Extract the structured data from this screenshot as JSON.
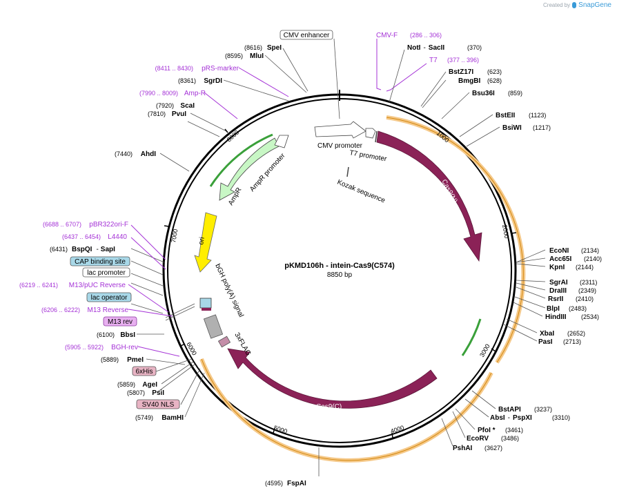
{
  "credit": {
    "prefix": "Created by",
    "brand": "SnapGene"
  },
  "plasmid": {
    "name": "pKMD106h - intein-Cas9(C574)",
    "length": "8850 bp",
    "total_bp": 8850
  },
  "ticks": [
    "1000",
    "2000",
    "3000",
    "4000",
    "5000",
    "6000",
    "7000",
    "8000"
  ],
  "features": [
    {
      "name": "CMV enhancer",
      "type": "box",
      "color": "#ffffff"
    },
    {
      "name": "CMV promoter",
      "type": "arrow",
      "color": "#ffffff"
    },
    {
      "name": "T7 promoter",
      "type": "arrow",
      "color": "#ffffff"
    },
    {
      "name": "Kozak sequence",
      "type": "mark",
      "color": "#ffffff"
    },
    {
      "name": "Cas9(N)",
      "type": "arrow",
      "color": "#8b2257"
    },
    {
      "name": "Cas9(C)",
      "type": "arrow",
      "color": "#8b2257"
    },
    {
      "name": "3xFLAG",
      "type": "box",
      "color": "#c48da8"
    },
    {
      "name": "bGH poly(A) signal",
      "type": "box",
      "color": "#b0b0b0"
    },
    {
      "name": "ori",
      "type": "arrow",
      "color": "#ffee00"
    },
    {
      "name": "AmpR",
      "type": "arrow",
      "color": "#c8f7c5"
    },
    {
      "name": "AmpR promoter",
      "type": "arrow",
      "color": "#ffffff"
    }
  ],
  "right_labels": [
    {
      "name": "NotI",
      "sep": "-",
      "name2": "SacII",
      "num": "(370)"
    },
    {
      "name": "BstZ17I",
      "num": "(623)"
    },
    {
      "name": "BmgBI",
      "num": "(628)"
    },
    {
      "name": "Bsu36I",
      "num": "(859)"
    },
    {
      "name": "BstEII",
      "num": "(1123)"
    },
    {
      "name": "BsiWI",
      "num": "(1217)"
    },
    {
      "name": "EcoNI",
      "num": "(2134)"
    },
    {
      "name": "Acc65I",
      "num": "(2140)"
    },
    {
      "name": "KpnI",
      "num": "(2144)"
    },
    {
      "name": "SgrAI",
      "num": "(2311)"
    },
    {
      "name": "DraIII",
      "num": "(2349)"
    },
    {
      "name": "RsrII",
      "num": "(2410)"
    },
    {
      "name": "BlpI",
      "num": "(2483)"
    },
    {
      "name": "HindIII",
      "num": "(2534)"
    },
    {
      "name": "XbaI",
      "num": "(2652)"
    },
    {
      "name": "PasI",
      "num": "(2713)"
    },
    {
      "name": "BstAPI",
      "num": "(3237)"
    },
    {
      "name": "AbsI",
      "sep": "-",
      "name2": "PspXI",
      "num": "(3310)"
    },
    {
      "name": "PfoI *",
      "num": "(3461)"
    },
    {
      "name": "EcoRV",
      "num": "(3486)"
    },
    {
      "name": "PshAI",
      "num": "(3627)"
    }
  ],
  "primers_top": [
    {
      "name": "CMV-F",
      "num": "(286 .. 306)"
    },
    {
      "name": "T7",
      "num": "(377 .. 396)"
    }
  ],
  "left_labels": [
    {
      "num": "(8616)",
      "name": "SpeI"
    },
    {
      "num": "(8595)",
      "name": "MluI"
    },
    {
      "num": "(8411 .. 8430)",
      "name": "pRS-marker",
      "purple": true
    },
    {
      "num": "(8361)",
      "name": "SgrDI"
    },
    {
      "num": "(7990 .. 8009)",
      "name": "Amp-R",
      "purple": true
    },
    {
      "num": "(7920)",
      "name": "ScaI"
    },
    {
      "num": "(7810)",
      "name": "PvuI"
    },
    {
      "num": "(7440)",
      "name": "AhdI"
    },
    {
      "num": "(6688 .. 6707)",
      "name": "pBR322ori-F",
      "purple": true
    },
    {
      "num": "(6437 .. 6454)",
      "name": "L4440",
      "purple": true
    },
    {
      "num": "(6431)",
      "name": "BspQI",
      "sep": "-",
      "name2": "SapI"
    },
    {
      "num": "",
      "name": "CAP binding site",
      "box": "#a8d8e8"
    },
    {
      "num": "",
      "name": "lac promoter",
      "box": "#ffffff"
    },
    {
      "num": "(6219 .. 6241)",
      "name": "M13/pUC Reverse",
      "purple": true
    },
    {
      "num": "",
      "name": "lac operator",
      "box": "#a8d8e8"
    },
    {
      "num": "(6206 .. 6222)",
      "name": "M13 Reverse",
      "purple": true
    },
    {
      "num": "",
      "name": "M13 rev",
      "box": "#e8b0f0"
    },
    {
      "num": "(6100)",
      "name": "BbsI"
    },
    {
      "num": "(5905 .. 5922)",
      "name": "BGH-rev",
      "purple": true
    },
    {
      "num": "(5889)",
      "name": "PmeI"
    },
    {
      "num": "",
      "name": "6xHis",
      "box": "#e8b4c4"
    },
    {
      "num": "(5859)",
      "name": "AgeI"
    },
    {
      "num": "(5807)",
      "name": "PsiI"
    },
    {
      "num": "",
      "name": "SV40 NLS",
      "box": "#e8b4c4"
    },
    {
      "num": "(5749)",
      "name": "BamHI"
    }
  ],
  "bottom_label": {
    "num": "(4595)",
    "name": "FspAI"
  }
}
